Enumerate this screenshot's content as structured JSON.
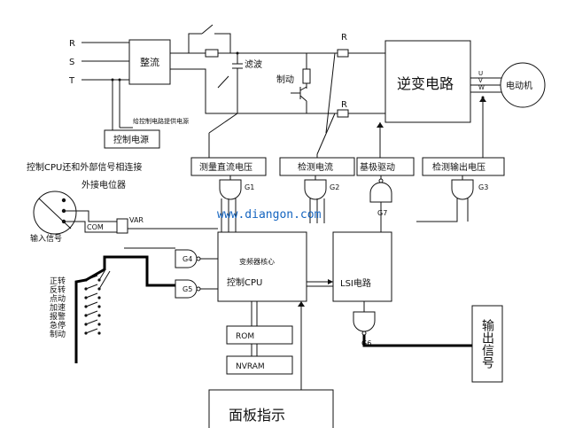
{
  "inputs": {
    "r": "R",
    "s": "S",
    "t": "T"
  },
  "blocks": {
    "rectifier": "整流",
    "filter": "滤波",
    "brake": "制动",
    "inverter": "逆变电路",
    "motor": "电动机",
    "power_note": "给控制电路提供电源",
    "control_power": "控制电源",
    "dc_voltage": "测量直流电压",
    "current": "检测电流",
    "base_drive": "基极驱动",
    "out_voltage": "检测输出电压",
    "core": "变频器核心",
    "cpu": "控制CPU",
    "lsi": "LSI电路",
    "rom": "ROM",
    "nvram": "NVRAM",
    "panel": "面板指示",
    "output_signal": "输出信号"
  },
  "labels": {
    "resistor_top": "R",
    "resistor_bottom": "R",
    "u": "U",
    "v": "V",
    "w": "W",
    "cpu_note": "控制CPU还和外部信号相连接",
    "pot": "外接电位器",
    "input_signal": "输入信号",
    "com": "COM",
    "var": "VAR",
    "watermark": "www.diangon.com"
  },
  "gates": {
    "g1": "G1",
    "g2": "G2",
    "g3": "G3",
    "g4": "G4",
    "g5": "G5",
    "g6": "G6",
    "g7": "G7"
  },
  "switches": [
    "正转",
    "反转",
    "点动",
    "加速",
    "报警",
    "急停",
    "制动"
  ]
}
